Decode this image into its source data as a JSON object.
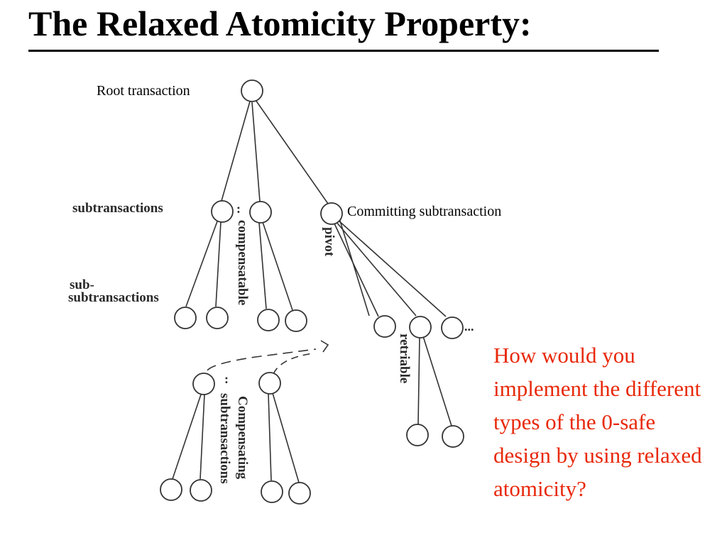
{
  "slide": {
    "title": "The Relaxed Atomicity Property:"
  },
  "diagram": {
    "labels": {
      "root_transaction": "Root transaction",
      "committing_subtransaction": "Committing subtransaction",
      "subtransactions": "subtransactions",
      "sub_subtransactions_line1": "sub-",
      "sub_subtransactions_line2": "subtransactions",
      "compensatable": "compensatable",
      "pivot": "pivot",
      "retriable": "retriable",
      "compensating_line1": "Compensating",
      "compensating_line2": "subtransactions",
      "ellipsis": "...",
      "vertical_ellipsis": ":"
    }
  },
  "question": {
    "text": "How would you implement the different types of the 0-safe design by using relaxed atomicity?"
  },
  "colors": {
    "question": "#e8280a",
    "text": "#000000",
    "diagram_stroke": "#333333"
  }
}
